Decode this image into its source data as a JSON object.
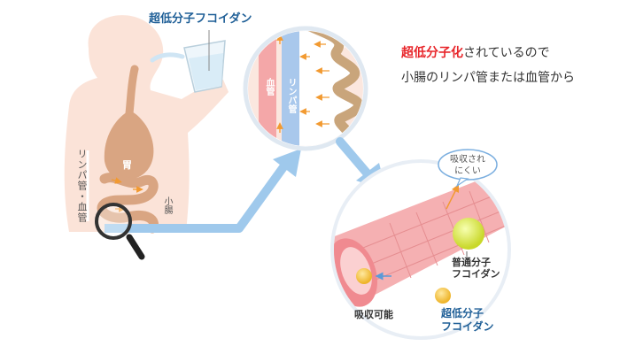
{
  "labels": {
    "product_title": "超低分子フコイダン",
    "headline_highlight": "超低分子化",
    "headline_line1_rest": "されているので",
    "headline_line2": "小腸のリンパ管または血管から",
    "stomach": "胃",
    "lymph_blood_body": "リンパ管・血管",
    "small_intestine": "小腸",
    "blood_vessel": "血管",
    "lymph_vessel": "リンパ管",
    "vessel_tube": "リンパ管・血管",
    "hard_to_absorb_line1": "吸収され",
    "hard_to_absorb_line2": "にくい",
    "normal_line1": "普通分子",
    "normal_line2": "フコイダン",
    "absorbable": "吸収可能",
    "ultra_line1": "超低分子",
    "ultra_line2": "フコイダン"
  },
  "colors": {
    "highlight": "#e8262b",
    "title_blue": "#1f5f97",
    "skin": "#fbe3d8",
    "organ": "#d9a582",
    "intestine": "#c9a57b",
    "arrow_blue": "#9fc9ec",
    "vessel_pink": "#f4a7a8",
    "lymph_blue": "#a9c8ec",
    "molecule_yellow": "#f6c843",
    "molecule_green": "#e6f04a",
    "flow_arrow": "#f29a31"
  },
  "icons": {
    "magnifier": "magnifier-icon",
    "glass": "water-glass-icon"
  }
}
